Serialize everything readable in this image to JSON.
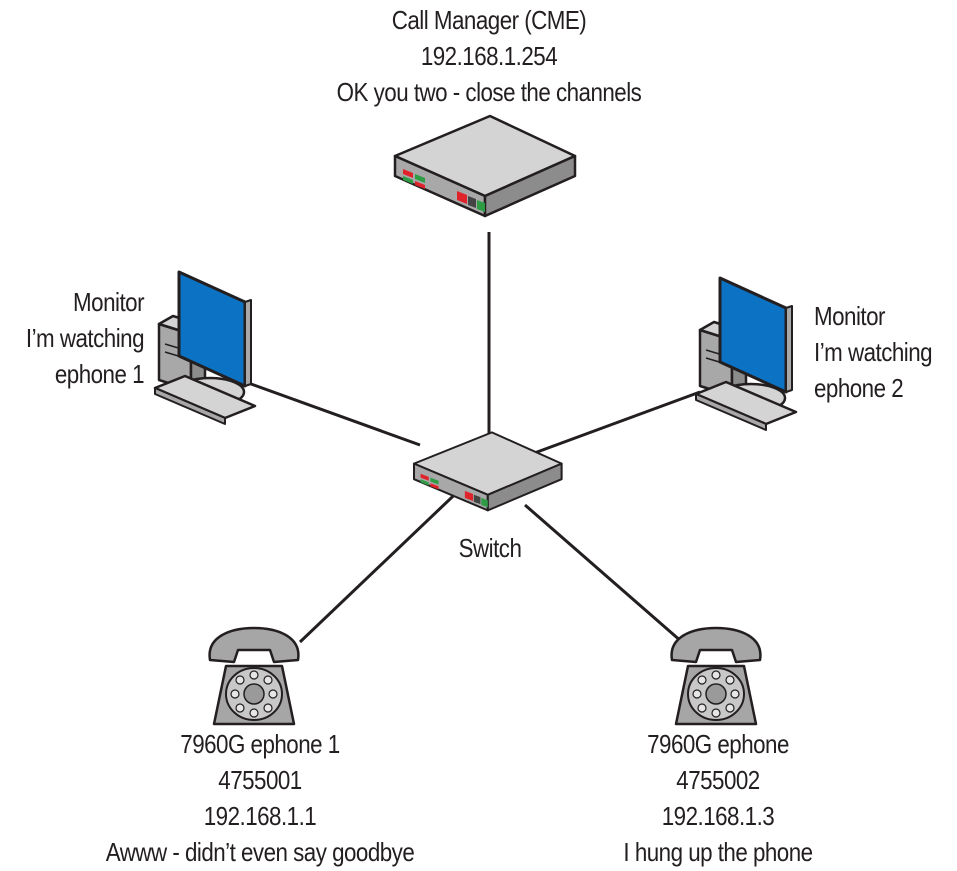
{
  "colors": {
    "line": "#231f20",
    "device_top": "#d4d4d4",
    "device_front": "#a8a8a8",
    "device_side": "#8c8c8c",
    "led_red": "#e0232a",
    "led_green": "#2e9b45",
    "led_dark": "#444444",
    "screen_blue": "#0b72c4",
    "phone_body": "#a6a6a6",
    "phone_light": "#c8c8c8"
  },
  "nodes": {
    "call_manager": {
      "icon": "router-icon",
      "lines": [
        "Call Manager (CME)",
        "192.168.1.254",
        "OK you two - close the channels"
      ]
    },
    "monitor_left": {
      "icon": "computer-icon",
      "lines": [
        "Monitor",
        "I’m watching",
        "ephone 1"
      ]
    },
    "monitor_right": {
      "icon": "computer-icon",
      "lines": [
        "Monitor",
        "I’m watching",
        "ephone 2"
      ]
    },
    "switch": {
      "icon": "switch-icon",
      "lines": [
        "Switch"
      ]
    },
    "phone_left": {
      "icon": "telephone-icon",
      "lines": [
        "7960G ephone 1",
        "4755001",
        "192.168.1.1",
        "Awww - didn’t even say goodbye"
      ]
    },
    "phone_right": {
      "icon": "telephone-icon",
      "lines": [
        "7960G ephone",
        "4755002",
        "192.168.1.3",
        "I hung up the phone"
      ]
    }
  },
  "links": [
    {
      "from": "switch",
      "to": "call_manager"
    },
    {
      "from": "switch",
      "to": "monitor_left"
    },
    {
      "from": "switch",
      "to": "monitor_right"
    },
    {
      "from": "switch",
      "to": "phone_left"
    },
    {
      "from": "switch",
      "to": "phone_right"
    }
  ]
}
